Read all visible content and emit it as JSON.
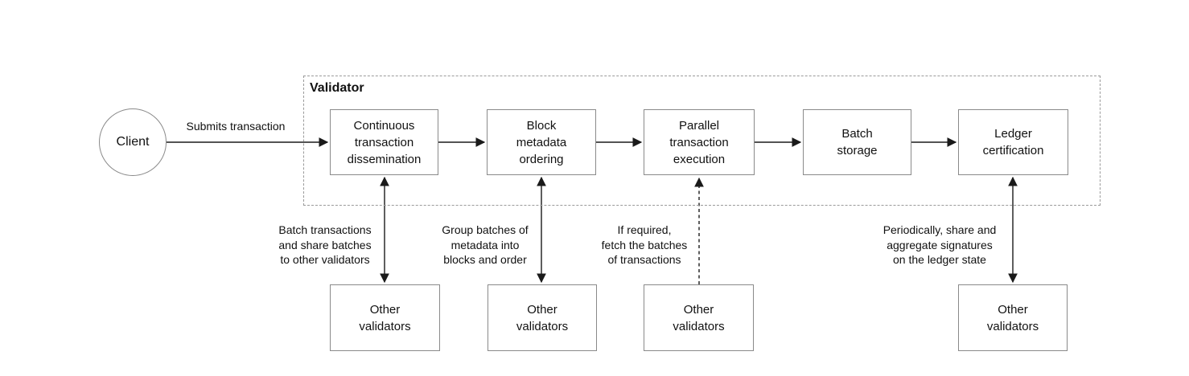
{
  "diagram": {
    "title_semantic": "validator-transaction-pipeline",
    "client": {
      "label": "Client"
    },
    "submit_edge": {
      "label": "Submits transaction"
    },
    "validator_group": {
      "label": "Validator"
    },
    "pipeline": [
      {
        "id": "continuous-transaction-dissemination",
        "label": "Continuous\ntransaction\ndissemination"
      },
      {
        "id": "block-metadata-ordering",
        "label": "Block\nmetadata\nordering"
      },
      {
        "id": "parallel-transaction-execution",
        "label": "Parallel\ntransaction\nexecution"
      },
      {
        "id": "batch-storage",
        "label": "Batch\nstorage"
      },
      {
        "id": "ledger-certification",
        "label": "Ledger\ncertification"
      }
    ],
    "other_validators": [
      {
        "label": "Other\nvalidators"
      },
      {
        "label": "Other\nvalidators"
      },
      {
        "label": "Other\nvalidators"
      },
      {
        "label": "Other\nvalidators"
      }
    ],
    "annotations": [
      {
        "text": "Batch transactions\nand share batches\nto other validators"
      },
      {
        "text": "Group batches of\nmetadata into\nblocks and order"
      },
      {
        "text": "If required,\nfetch the batches\nof transactions"
      },
      {
        "text": "Periodically, share and\naggregate signatures\non the ledger state"
      }
    ],
    "connectors": [
      {
        "from": "continuous-transaction-dissemination",
        "to": "other-validators-1",
        "style": "solid",
        "arrows": "both"
      },
      {
        "from": "block-metadata-ordering",
        "to": "other-validators-2",
        "style": "solid",
        "arrows": "both"
      },
      {
        "from": "other-validators-3",
        "to": "parallel-transaction-execution",
        "style": "dashed",
        "arrows": "up"
      },
      {
        "from": "ledger-certification",
        "to": "other-validators-4",
        "style": "solid",
        "arrows": "both"
      }
    ],
    "colors": {
      "background": "#ffffff",
      "box_border": "#8a8a8a",
      "dashed_frame_border": "#9a9a9a",
      "arrow": "#1a1a1a",
      "text": "#111111"
    }
  }
}
